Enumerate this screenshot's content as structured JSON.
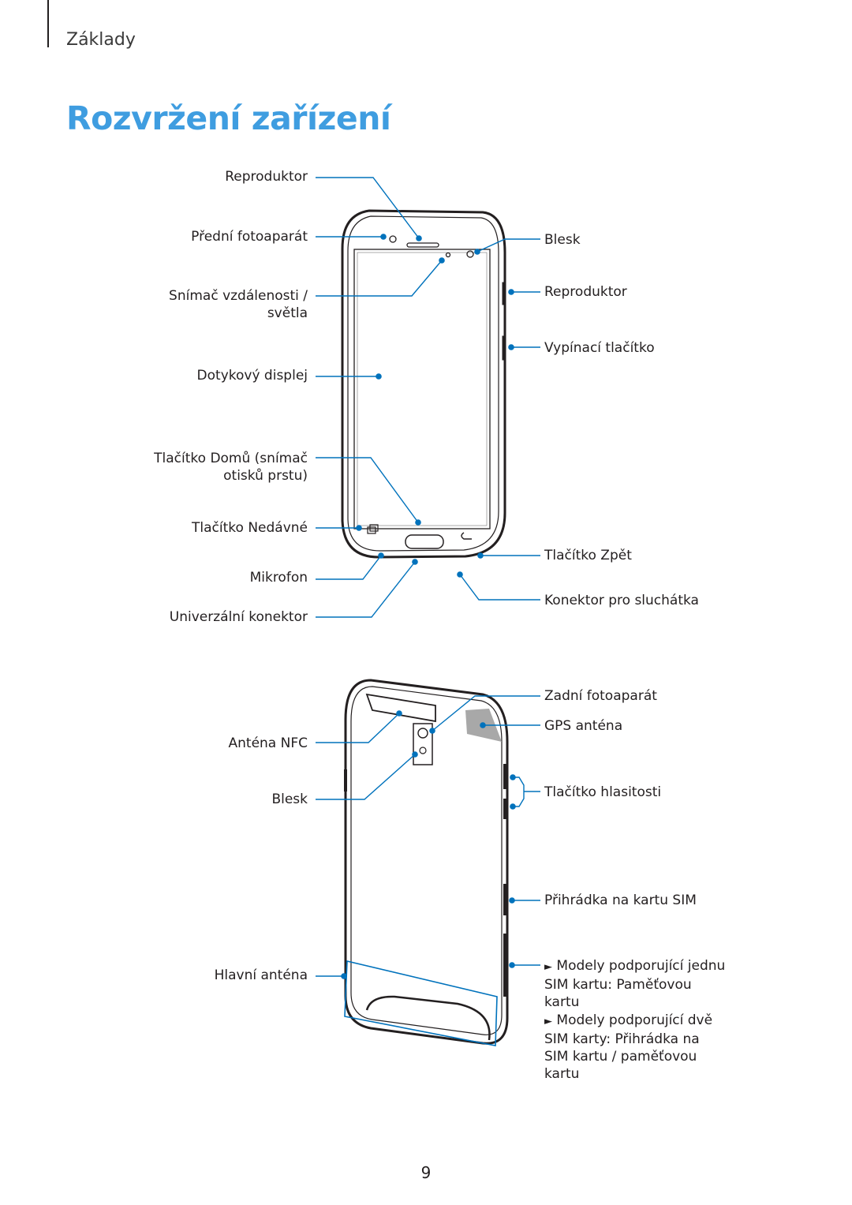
{
  "header": {
    "section": "Základy"
  },
  "title": "Rozvržení zařízení",
  "front_labels": {
    "speaker_top": "Reproduktor",
    "front_camera": "Přední fotoaparát",
    "sensor_line1": "Snímač vzdálenosti /",
    "sensor_line2": "světla",
    "touchscreen": "Dotykový displej",
    "home_line1": "Tlačítko Domů (snímač",
    "home_line2": "otisků prstu)",
    "recents": "Tlačítko Nedávné",
    "microphone": "Mikrofon",
    "usb": "Univerzální konektor",
    "flash": "Blesk",
    "speaker_side": "Reproduktor",
    "power": "Vypínací tlačítko",
    "back": "Tlačítko Zpět",
    "headset": "Konektor pro sluchátka"
  },
  "back_labels": {
    "rear_camera": "Zadní fotoaparát",
    "gps": "GPS anténa",
    "nfc": "Anténa NFC",
    "flash": "Blesk",
    "volume": "Tlačítko hlasitosti",
    "sim_tray": "Přihrádka na kartu SIM",
    "main_antenna": "Hlavní anténa"
  },
  "notes": {
    "single_sim": "Modely podporující jednu SIM kartu: Paměťovou kartu",
    "dual_sim": "Modely podporující dvě SIM karty: Přihrádka na SIM kartu / paměťovou kartu",
    "marker": "►"
  },
  "page_number": "9",
  "colors": {
    "accent": "#3f9de0",
    "callout": "#0072bc",
    "text": "#231f20"
  }
}
